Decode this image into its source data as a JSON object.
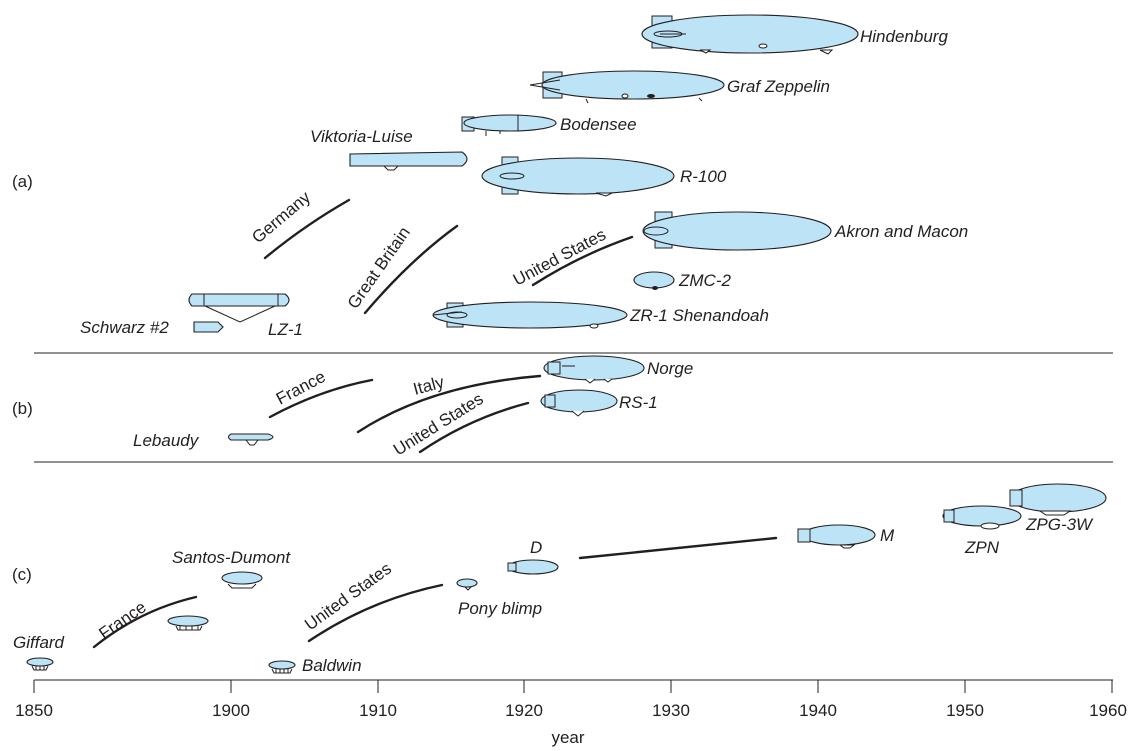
{
  "sections": {
    "a": "(a)",
    "b": "(b)",
    "c": "(c)"
  },
  "countries": {
    "a_germany": "Germany",
    "a_great_britain": "Great Britain",
    "a_united_states": "United States",
    "b_france": "France",
    "b_italy": "Italy",
    "b_united_states": "United States",
    "c_france": "France",
    "c_united_states": "United States"
  },
  "airships": {
    "hindenburg": "Hindenburg",
    "graf_zeppelin": "Graf Zeppelin",
    "bodensee": "Bodensee",
    "viktoria_luise": "Viktoria-Luise",
    "r100": "R-100",
    "akron_macon": "Akron and Macon",
    "zmc2": "ZMC-2",
    "shenandoah": "ZR-1 Shenandoah",
    "schwarz": "Schwarz #2",
    "lz1": "LZ-1",
    "norge": "Norge",
    "rs1": "RS-1",
    "lebaudy": "Lebaudy",
    "giffard": "Giffard",
    "santos_dumont": "Santos-Dumont",
    "baldwin": "Baldwin",
    "pony_blimp": "Pony blimp",
    "d": "D",
    "m": "M",
    "zpn": "ZPN",
    "zpg3w": "ZPG-3W"
  },
  "axis": {
    "ticks": [
      "1850",
      "1900",
      "1910",
      "1920",
      "1930",
      "1940",
      "1950",
      "1960"
    ],
    "xlabel": "year"
  }
}
